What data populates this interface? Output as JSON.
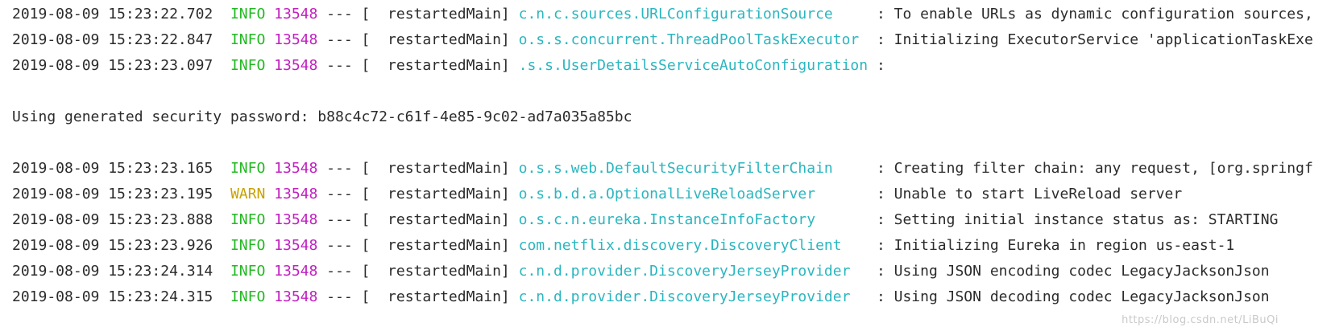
{
  "colors": {
    "info": "#22b822",
    "warn": "#c8a200",
    "pid": "#c21fc2",
    "logger": "#2bb6bf",
    "text": "#2b2b2b",
    "background": "#ffffff"
  },
  "lines": [
    {
      "timestamp": "2019-08-09 15:23:22.702",
      "level": "INFO",
      "pid": "13548",
      "sep": "---",
      "thread": "[  restartedMain]",
      "logger": "c.n.c.sources.URLConfigurationSource",
      "message": ": To enable URLs as dynamic configuration sources,"
    },
    {
      "timestamp": "2019-08-09 15:23:22.847",
      "level": "INFO",
      "pid": "13548",
      "sep": "---",
      "thread": "[  restartedMain]",
      "logger": "o.s.s.concurrent.ThreadPoolTaskExecutor",
      "message": ": Initializing ExecutorService 'applicationTaskExe"
    },
    {
      "timestamp": "2019-08-09 15:23:23.097",
      "level": "INFO",
      "pid": "13548",
      "sep": "---",
      "thread": "[  restartedMain]",
      "logger": ".s.s.UserDetailsServiceAutoConfiguration",
      "message": ":"
    },
    {
      "plain": "Using generated security password: b88c4c72-c61f-4e85-9c02-ad7a035a85bc"
    },
    {
      "timestamp": "2019-08-09 15:23:23.165",
      "level": "INFO",
      "pid": "13548",
      "sep": "---",
      "thread": "[  restartedMain]",
      "logger": "o.s.s.web.DefaultSecurityFilterChain",
      "message": ": Creating filter chain: any request, [org.springf"
    },
    {
      "timestamp": "2019-08-09 15:23:23.195",
      "level": "WARN",
      "pid": "13548",
      "sep": "---",
      "thread": "[  restartedMain]",
      "logger": "o.s.b.d.a.OptionalLiveReloadServer",
      "message": ": Unable to start LiveReload server"
    },
    {
      "timestamp": "2019-08-09 15:23:23.888",
      "level": "INFO",
      "pid": "13548",
      "sep": "---",
      "thread": "[  restartedMain]",
      "logger": "o.s.c.n.eureka.InstanceInfoFactory",
      "message": ": Setting initial instance status as: STARTING"
    },
    {
      "timestamp": "2019-08-09 15:23:23.926",
      "level": "INFO",
      "pid": "13548",
      "sep": "---",
      "thread": "[  restartedMain]",
      "logger": "com.netflix.discovery.DiscoveryClient",
      "message": ": Initializing Eureka in region us-east-1"
    },
    {
      "timestamp": "2019-08-09 15:23:24.314",
      "level": "INFO",
      "pid": "13548",
      "sep": "---",
      "thread": "[  restartedMain]",
      "logger": "c.n.d.provider.DiscoveryJerseyProvider",
      "message": ": Using JSON encoding codec LegacyJacksonJson"
    },
    {
      "timestamp": "2019-08-09 15:23:24.315",
      "level": "INFO",
      "pid": "13548",
      "sep": "---",
      "thread": "[  restartedMain]",
      "logger": "c.n.d.provider.DiscoveryJerseyProvider",
      "message": ": Using JSON decoding codec LegacyJacksonJson"
    }
  ],
  "watermark": "https://blog.csdn.net/LiBuQi"
}
